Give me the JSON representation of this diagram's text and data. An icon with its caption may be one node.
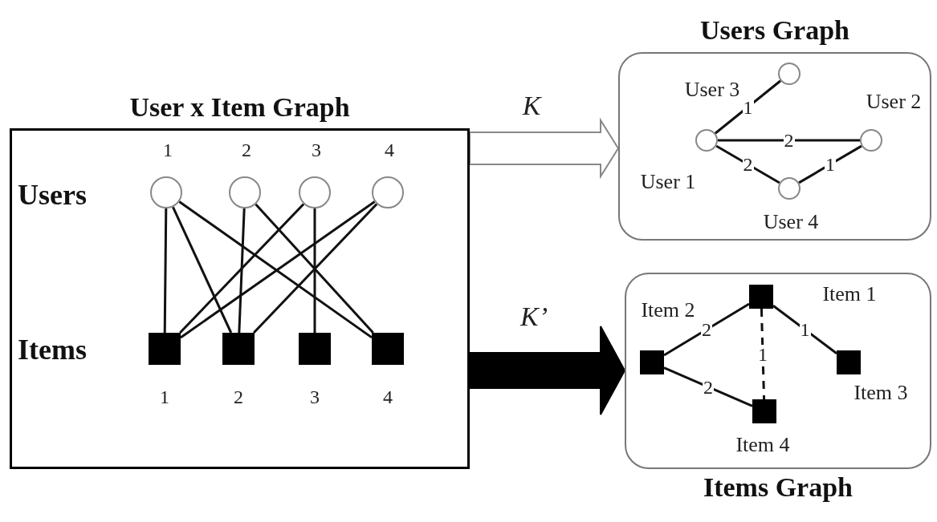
{
  "diagram": {
    "nodes": [
      {
        "text": [
          "User x Item Graph"
        ]
      },
      {
        "text": [],
        "shape": "circle",
        "in": 0,
        "beside": [
          "1"
        ]
      },
      {
        "text": [],
        "shape": "circle",
        "in": 0,
        "beside": [
          "2"
        ]
      },
      {
        "text": [],
        "shape": "circle",
        "in": 0,
        "beside": [
          "3"
        ]
      },
      {
        "text": [],
        "shape": "circle",
        "in": 0,
        "beside": [
          "4"
        ]
      },
      {
        "text": [],
        "shape": "box",
        "in": 0,
        "beside": [
          "1"
        ]
      },
      {
        "text": [],
        "shape": "box",
        "in": 0,
        "beside": [
          "2"
        ]
      },
      {
        "text": [],
        "shape": "box",
        "in": 0,
        "beside": [
          "3"
        ]
      },
      {
        "text": [],
        "shape": "box",
        "in": 0,
        "beside": [
          "4"
        ]
      },
      {
        "text": [
          "Users Graph"
        ]
      },
      {
        "text": [],
        "shape": "circle",
        "in": 9,
        "beside": [
          "User 1"
        ]
      },
      {
        "text": [],
        "shape": "circle",
        "in": 9,
        "beside": [
          "User 2"
        ]
      },
      {
        "text": [],
        "shape": "circle",
        "in": 9,
        "beside": [
          "User 3"
        ]
      },
      {
        "text": [],
        "shape": "circle",
        "in": 9,
        "beside": [
          "User 4"
        ]
      },
      {
        "text": [
          "Items Graph"
        ]
      },
      {
        "text": [],
        "shape": "box",
        "in": 14,
        "beside": [
          "Item 1"
        ]
      },
      {
        "text": [],
        "shape": "box",
        "in": 14,
        "beside": [
          "Item 2"
        ]
      },
      {
        "text": [],
        "shape": "box",
        "in": 14,
        "beside": [
          "Item 3"
        ]
      },
      {
        "text": [],
        "shape": "box",
        "in": 14,
        "beside": [
          "Item 4"
        ]
      }
    ],
    "edges": [
      {
        "from": 1,
        "to": 5,
        "arrow": "none"
      },
      {
        "from": 1,
        "to": 6,
        "arrow": "none"
      },
      {
        "from": 1,
        "to": 8,
        "arrow": "none"
      },
      {
        "from": 2,
        "to": 6,
        "arrow": "none"
      },
      {
        "from": 2,
        "to": 8,
        "arrow": "none"
      },
      {
        "from": 3,
        "to": 5,
        "arrow": "none"
      },
      {
        "from": 3,
        "to": 7,
        "arrow": "none"
      },
      {
        "from": 4,
        "to": 5,
        "arrow": "none"
      },
      {
        "from": 4,
        "to": 6,
        "arrow": "none"
      },
      {
        "from": 10,
        "to": 12,
        "arrow": "none",
        "label": "1"
      },
      {
        "from": 10,
        "to": 11,
        "arrow": "none",
        "label": "2"
      },
      {
        "from": 10,
        "to": 13,
        "arrow": "none",
        "label": "2"
      },
      {
        "from": 13,
        "to": 11,
        "arrow": "none",
        "label": "1"
      },
      {
        "from": 16,
        "to": 15,
        "arrow": "none",
        "label": "2"
      },
      {
        "from": 15,
        "to": 17,
        "arrow": "none",
        "label": "1"
      },
      {
        "from": 15,
        "to": 18,
        "arrow": "none",
        "label": "1",
        "style": "dashed"
      },
      {
        "from": 16,
        "to": 18,
        "arrow": "none",
        "label": "2"
      },
      {
        "from": 0,
        "to": 9,
        "arrow": "to",
        "label": "K"
      },
      {
        "from": 0,
        "to": 14,
        "arrow": "to",
        "label": "K’",
        "style": "thick"
      }
    ],
    "labels": [
      "Users",
      "Items"
    ]
  }
}
